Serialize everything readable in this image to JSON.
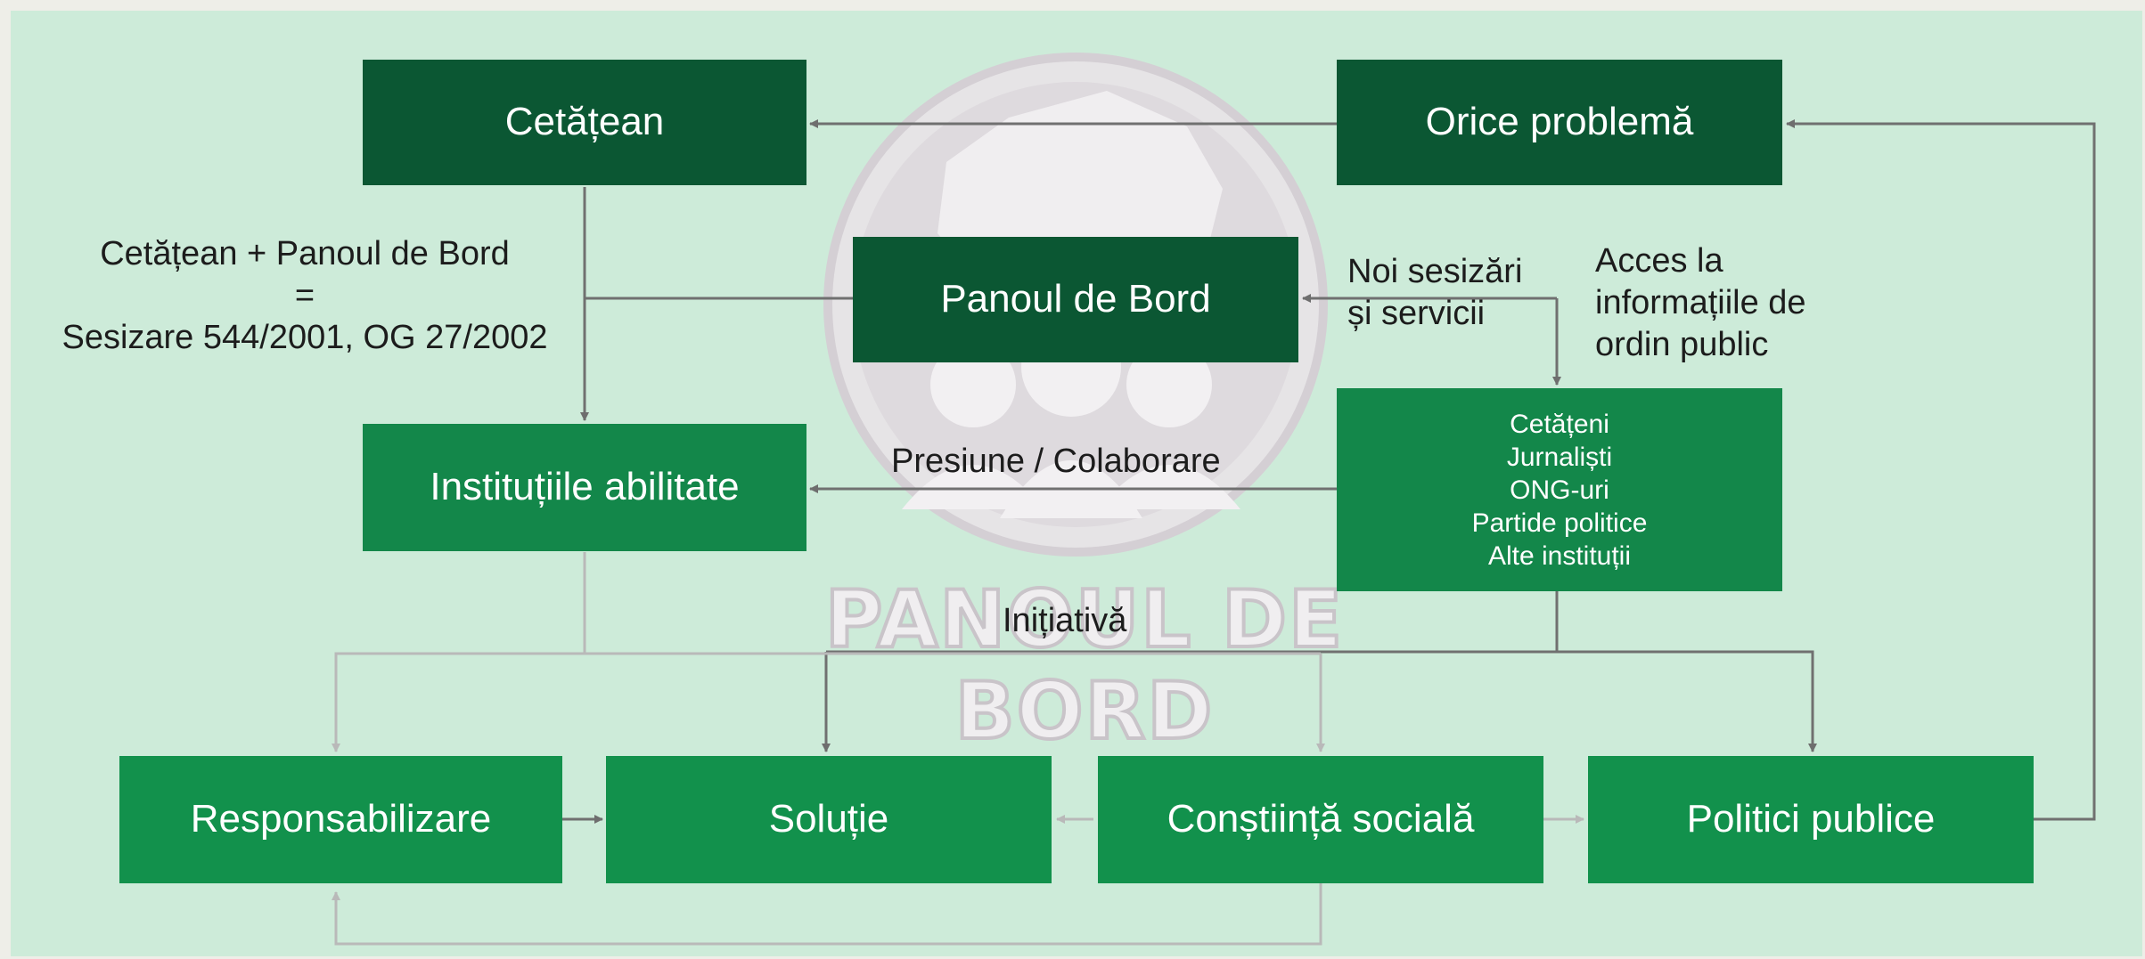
{
  "boxes": {
    "cetatean": "Cetățean",
    "orice_problema": "Orice problemă",
    "panoul_de_bord": "Panoul de Bord",
    "institutiile_abilitate": "Instituțiile abilitate",
    "actors": [
      "Cetățeni",
      "Jurnaliști",
      "ONG-uri",
      "Partide politice",
      "Alte instituții"
    ],
    "responsabilizare": "Responsabilizare",
    "solutie": "Soluție",
    "constiinta_sociala": "Conștiință socială",
    "politici_publice": "Politici publice"
  },
  "notes": {
    "formula": [
      "Cetățean + Panoul de Bord",
      "=",
      "Sesizare 544/2001, OG 27/2002"
    ],
    "noi_sesizari": [
      "Noi sesizări",
      "și servicii"
    ],
    "acces": [
      "Acces la",
      "informațiile de",
      "ordin public"
    ],
    "presiune": "Presiune / Colaborare",
    "initiativa": "Inițiativă"
  },
  "watermark": {
    "text": "PANOUL DE BORD"
  },
  "colors": {
    "background": "#cdebd9",
    "box_dark": "#0b5733",
    "box_mid": "#13874a",
    "box_light": "#12914c",
    "arrow_dark": "#707070",
    "arrow_light": "#b9b9b9"
  }
}
